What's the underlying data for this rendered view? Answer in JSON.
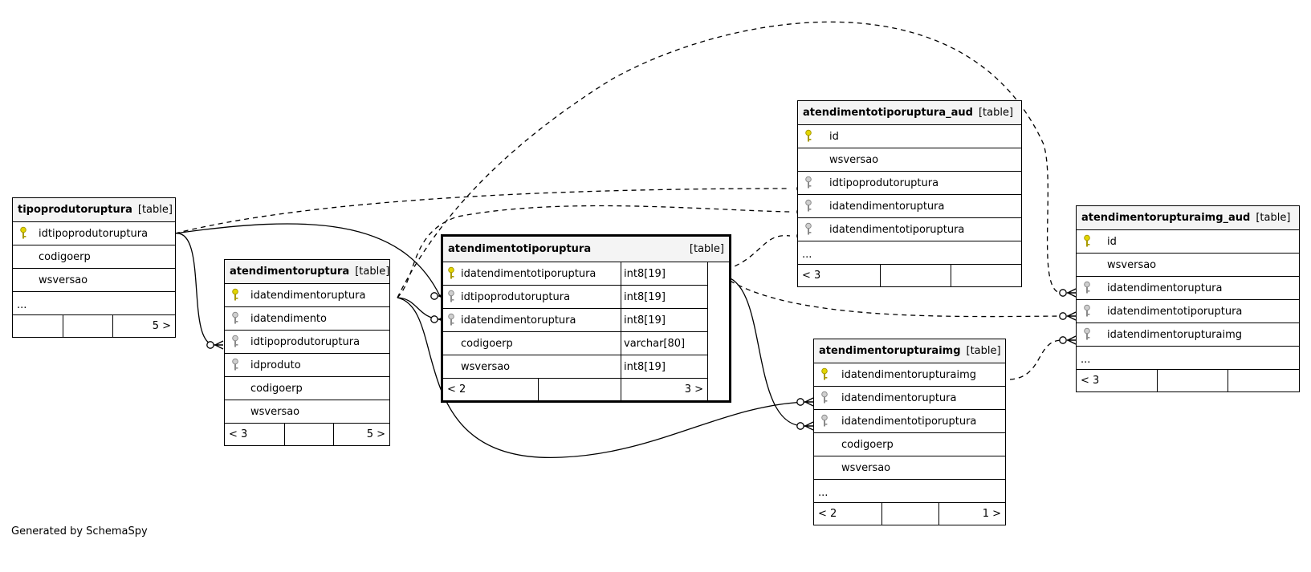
{
  "footer": {
    "generated_by": "Generated by SchemaSpy"
  },
  "colors": {
    "primary_key": "#e3d600",
    "foreign_key": "#a8a8a8",
    "header_bg": "#f4f4f4"
  },
  "tables": {
    "tipoprodutoruptura": {
      "name": "tipoprodutoruptura",
      "tag": "[table]",
      "columns": [
        {
          "name": "idtipoprodutoruptura",
          "icon": "primary-key-icon"
        },
        {
          "name": "codigoerp"
        },
        {
          "name": "wsversao"
        }
      ],
      "ellipsis": "...",
      "footer": {
        "left": "",
        "middle": "",
        "right": "5 >"
      }
    },
    "atendimentoruptura": {
      "name": "atendimentoruptura",
      "tag": "[table]",
      "columns": [
        {
          "name": "idatendimentoruptura",
          "icon": "primary-key-icon"
        },
        {
          "name": "idatendimento",
          "icon": "foreign-key-icon"
        },
        {
          "name": "idtipoprodutoruptura",
          "icon": "foreign-key-icon"
        },
        {
          "name": "idproduto",
          "icon": "foreign-key-icon"
        },
        {
          "name": "codigoerp"
        },
        {
          "name": "wsversao"
        }
      ],
      "footer": {
        "left": "< 3",
        "middle": "",
        "right": "5 >"
      }
    },
    "atendimentotiporuptura": {
      "name": "atendimentotiporuptura",
      "tag": "[table]",
      "columns": [
        {
          "name": "idatendimentotiporuptura",
          "type": "int8[19]",
          "icon": "primary-key-icon"
        },
        {
          "name": "idtipoprodutoruptura",
          "type": "int8[19]",
          "icon": "foreign-key-icon"
        },
        {
          "name": "idatendimentoruptura",
          "type": "int8[19]",
          "icon": "foreign-key-icon"
        },
        {
          "name": "codigoerp",
          "type": "varchar[80]"
        },
        {
          "name": "wsversao",
          "type": "int8[19]"
        }
      ],
      "footer": {
        "left": "< 2",
        "middle": "",
        "right": "3 >"
      }
    },
    "atendimentotiporuptura_aud": {
      "name": "atendimentotiporuptura_aud",
      "tag": "[table]",
      "columns": [
        {
          "name": "id",
          "icon": "primary-key-icon"
        },
        {
          "name": "wsversao"
        },
        {
          "name": "idtipoprodutoruptura",
          "icon": "foreign-key-icon"
        },
        {
          "name": "idatendimentoruptura",
          "icon": "foreign-key-icon"
        },
        {
          "name": "idatendimentotiporuptura",
          "icon": "foreign-key-icon"
        }
      ],
      "ellipsis": "...",
      "footer": {
        "left": "< 3",
        "middle": "",
        "right": ""
      }
    },
    "atendimentorupturaimg": {
      "name": "atendimentorupturaimg",
      "tag": "[table]",
      "columns": [
        {
          "name": "idatendimentorupturaimg",
          "icon": "primary-key-icon"
        },
        {
          "name": "idatendimentoruptura",
          "icon": "foreign-key-icon"
        },
        {
          "name": "idatendimentotiporuptura",
          "icon": "foreign-key-icon"
        },
        {
          "name": "codigoerp"
        },
        {
          "name": "wsversao"
        }
      ],
      "ellipsis": "...",
      "footer": {
        "left": "< 2",
        "middle": "",
        "right": "1 >"
      }
    },
    "atendimentorupturaimg_aud": {
      "name": "atendimentorupturaimg_aud",
      "tag": "[table]",
      "columns": [
        {
          "name": "id",
          "icon": "primary-key-icon"
        },
        {
          "name": "wsversao"
        },
        {
          "name": "idatendimentoruptura",
          "icon": "foreign-key-icon"
        },
        {
          "name": "idatendimentotiporuptura",
          "icon": "foreign-key-icon"
        },
        {
          "name": "idatendimentorupturaimg",
          "icon": "foreign-key-icon"
        }
      ],
      "ellipsis": "...",
      "footer": {
        "left": "< 3",
        "middle": "",
        "right": ""
      }
    }
  }
}
